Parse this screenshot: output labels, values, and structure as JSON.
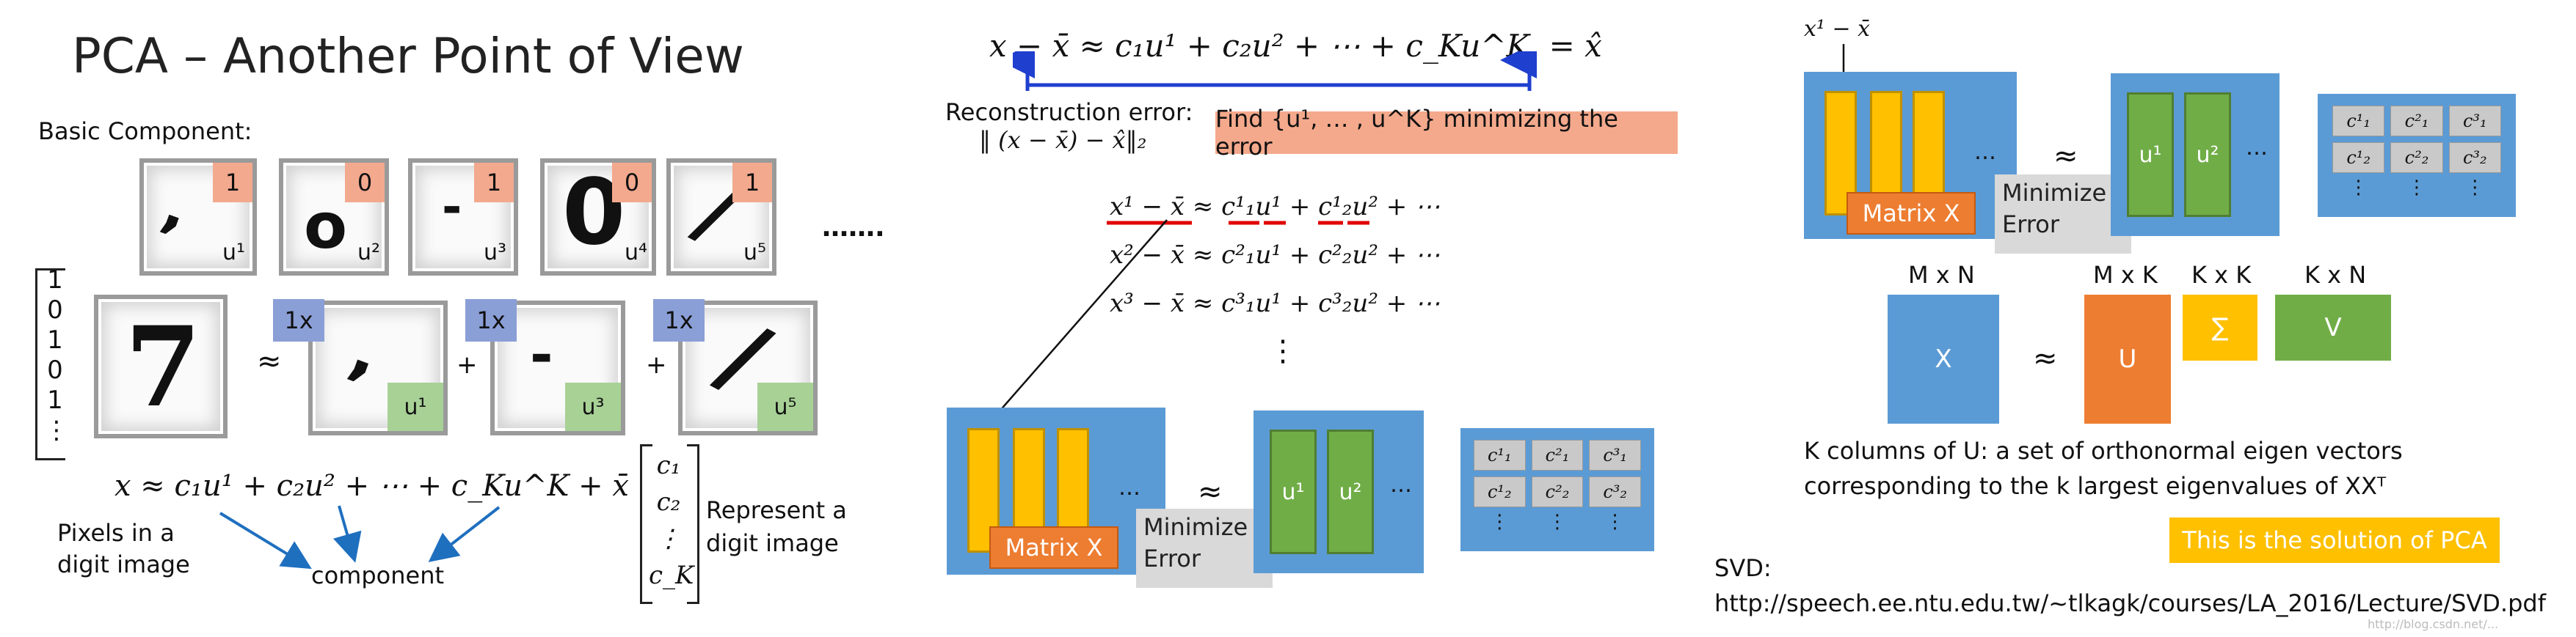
{
  "title": "PCA – Another Point of View",
  "basic_component_label": "Basic Component:",
  "components": [
    {
      "label": "u¹",
      "digit": "1"
    },
    {
      "label": "u²",
      "digit": "0"
    },
    {
      "label": "u³",
      "digit": "1"
    },
    {
      "label": "u⁴",
      "digit": "0"
    },
    {
      "label": "u⁵",
      "digit": "1"
    }
  ],
  "ellipsis": "…….",
  "vector": [
    "1",
    "0",
    "1",
    "0",
    "1",
    "⋮"
  ],
  "approx": "≈",
  "plus": "+",
  "coef": "1x",
  "used_components": [
    "u¹",
    "u³",
    "u⁵"
  ],
  "eq_left": "x ≈ c₁u¹ + c₂u² + ⋯ + c_Ku^K + x̄",
  "c_vector": [
    "c₁",
    "c₂",
    "⋮",
    "c_K"
  ],
  "represent_label": "Represent a digit image",
  "pixels_label": "Pixels in a digit image",
  "component_label": "component",
  "mid": {
    "top_eq": "x − x̄ ≈ c₁u¹ + c₂u² + ⋯ + c_Ku^K  = x̂",
    "recon_label": "Reconstruction error:",
    "recon_formula": "‖ (x − x̄) − x̂‖₂",
    "find_label": "Find {u¹, … , u^K} minimizing the error",
    "rows": [
      "x¹ − x̄ ≈ c¹₁u¹ + c¹₂u² + ⋯",
      "x² − x̄ ≈ c²₁u¹ + c²₂u² + ⋯",
      "x³ − x̄ ≈ c³₁u¹ + c³₂u² + ⋯"
    ],
    "vdots": "⋮",
    "matrix_x": "Matrix X",
    "minimize_error": "Minimize Error",
    "u_labels": [
      "u¹",
      "u²"
    ],
    "dots": "…",
    "c_cells": [
      "c¹₁",
      "c²₁",
      "c³₁",
      "c¹₂",
      "c²₂",
      "c³₂"
    ]
  },
  "right": {
    "x1_label": "x¹ − x̄",
    "matrix_x": "Matrix X",
    "minimize_error": "Minimize Error",
    "u_labels": [
      "u¹",
      "u²"
    ],
    "dots": "…",
    "c_cells": [
      "c¹₁",
      "c²₁",
      "c³₁",
      "c¹₂",
      "c²₂",
      "c³₂"
    ],
    "mxn": "M x N",
    "mxk": "M x K",
    "kxk": "K x K",
    "kxn": "K x N",
    "X": "X",
    "U": "U",
    "Sigma": "∑",
    "V": "V",
    "desc_line1": "K columns of U: a set of orthonormal eigen vectors",
    "desc_line2": "corresponding to the k largest eigenvalues of XXᵀ",
    "solution": "This is the solution of PCA",
    "svd_label": "SVD:",
    "svd_url": "http://speech.ee.ntu.edu.tw/~tlkagk/courses/LA_2016/Lecture/SVD.pdf",
    "watermark": "http://blog.csdn.net/..."
  },
  "colors": {
    "orange_label": "#f3a98e",
    "blue_label": "#8b9fd7",
    "green_label": "#a8d196",
    "panel_blue": "#5b9bd5",
    "yellow": "#ffc000",
    "green": "#70ad47",
    "orange": "#ed7d31",
    "gray": "#d9d9d9",
    "red_underline": "#e00000",
    "arrow_blue": "#1f5fbf"
  }
}
